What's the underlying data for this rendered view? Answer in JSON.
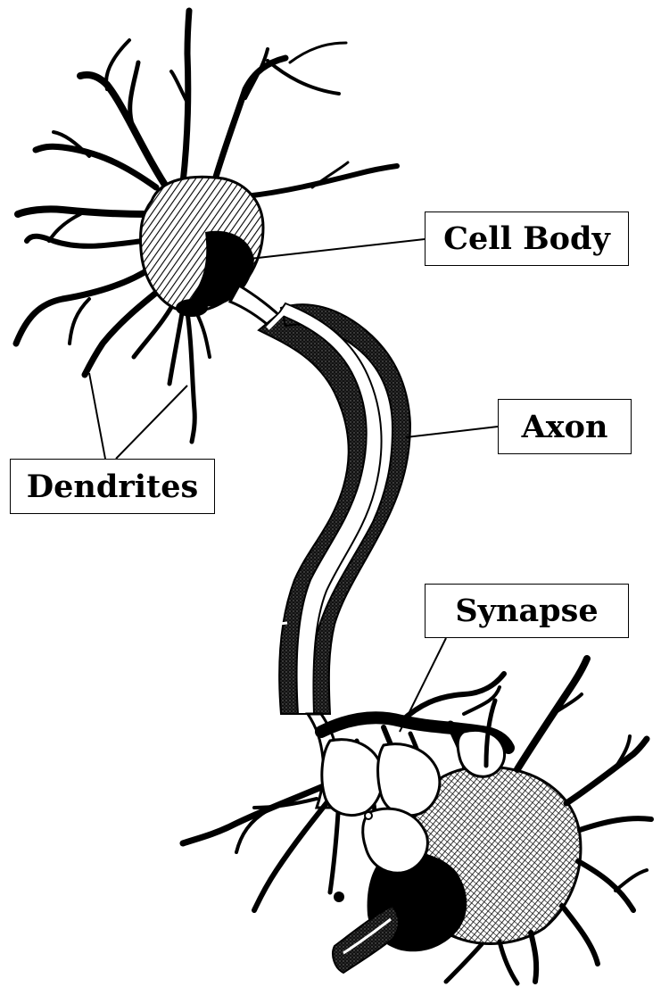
{
  "diagram": {
    "labels": {
      "cell_body": "Cell Body",
      "axon": "Axon",
      "dendrites": "Dendrites",
      "synapse": "Synapse"
    },
    "colors": {
      "ink": "#000000",
      "paper": "#ffffff",
      "crosshatch": "#1a1a1a"
    }
  }
}
